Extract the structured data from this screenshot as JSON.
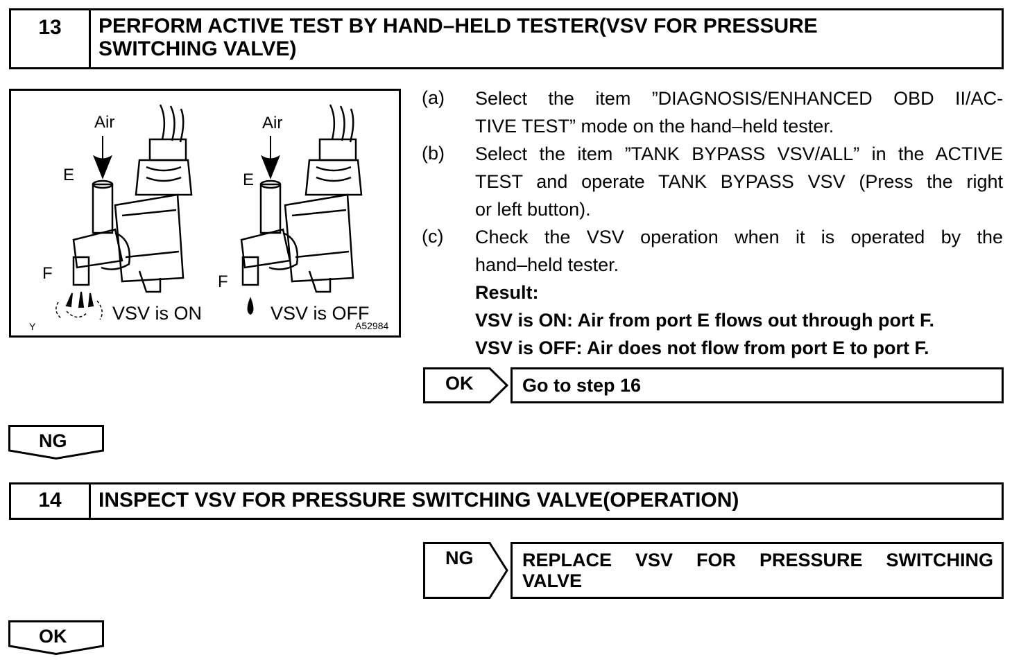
{
  "step13": {
    "number": "13",
    "title_line1": "PERFORM ACTIVE TEST BY HAND–HELD TESTER(VSV FOR PRESSURE",
    "title_line2": "SWITCHING VALVE)"
  },
  "figure": {
    "left_air": "Air",
    "right_air": "Air",
    "left_e": "E",
    "right_e": "E",
    "left_f": "F",
    "right_f": "F",
    "caption_on": "VSV is ON",
    "caption_off": "VSV is OFF",
    "corner_mark": "Y",
    "figure_id": "A52984"
  },
  "instructions": [
    {
      "letter": "(a)",
      "line1": "Select the item ”DIAGNOSIS/ENHANCED OBD II/AC-",
      "line2": "TIVE TEST” mode on the hand–held tester."
    },
    {
      "letter": "(b)",
      "line1": "Select the item ”TANK BYPASS VSV/ALL” in the ACTIVE",
      "line2": "TEST and operate TANK BYPASS VSV (Press the right",
      "line3": "or left button)."
    },
    {
      "letter": "(c)",
      "line1": "Check the VSV operation when it is operated by the",
      "line2": "hand–held tester."
    }
  ],
  "result": {
    "heading": "Result:",
    "on": "VSV is ON: Air from port E flows out through port F.",
    "off": "VSV is OFF: Air does not flow from port E to port F."
  },
  "ok_branch_13": {
    "tag": "OK",
    "action": "Go to step 16"
  },
  "ng_down_13": "NG",
  "step14": {
    "number": "14",
    "title": "INSPECT VSV FOR PRESSURE SWITCHING VALVE(OPERATION)"
  },
  "ng_branch_14": {
    "tag": "NG",
    "action_line1": "REPLACE VSV FOR PRESSURE SWITCHING",
    "action_line2": "VALVE"
  },
  "ok_down_14": "OK"
}
